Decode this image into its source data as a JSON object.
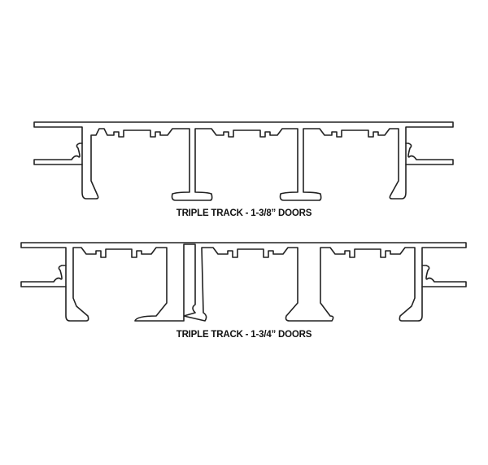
{
  "diagrams": [
    {
      "caption": "TRIPLE TRACK - 1-3/8” DOORS",
      "profile": "triple-track-1-3-8"
    },
    {
      "caption": "TRIPLE TRACK - 1-3/4” DOORS",
      "profile": "triple-track-1-3-4"
    }
  ],
  "colors": {
    "line": "#222222",
    "background": "#ffffff",
    "text": "#111111"
  }
}
